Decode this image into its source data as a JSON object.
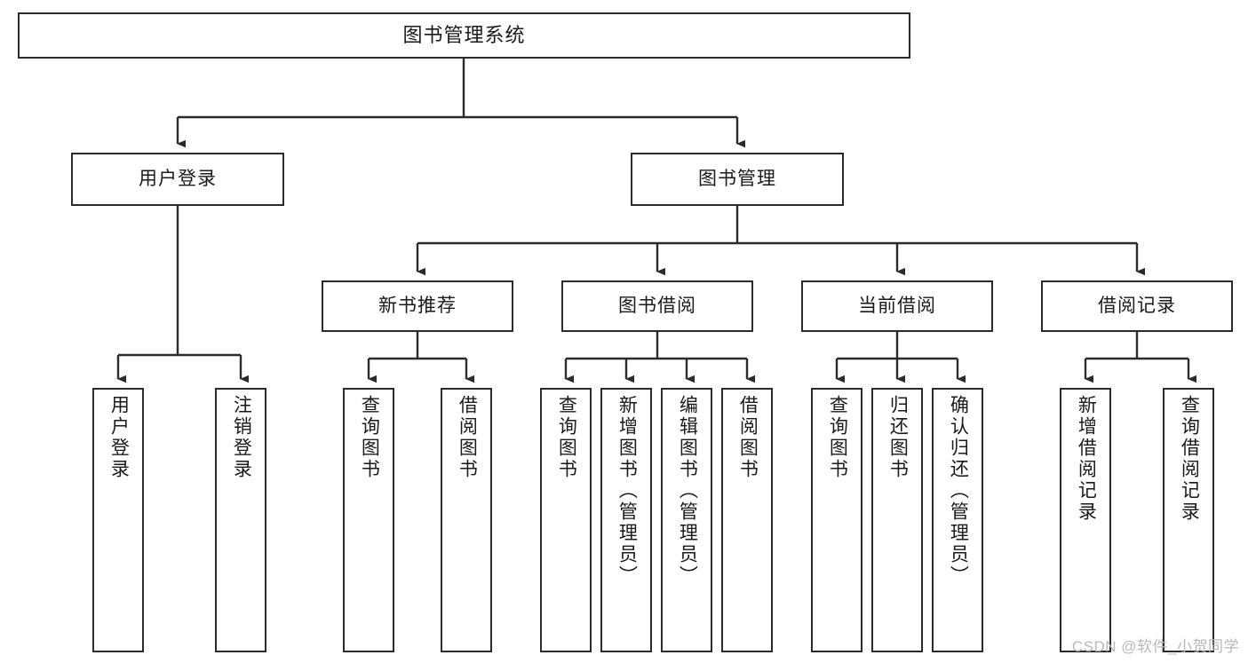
{
  "diagram": {
    "title": "图书管理系统",
    "type": "tree",
    "root": {
      "label": "图书管理系统"
    },
    "level2": [
      {
        "id": "user-login",
        "label": "用户登录"
      },
      {
        "id": "book-manage",
        "label": "图书管理"
      }
    ],
    "level3": [
      {
        "id": "new-book-recommend",
        "label": "新书推荐"
      },
      {
        "id": "book-borrow",
        "label": "图书借阅"
      },
      {
        "id": "current-borrow",
        "label": "当前借阅"
      },
      {
        "id": "borrow-record",
        "label": "借阅记录"
      }
    ],
    "leaves": {
      "user_login": [
        {
          "id": "leaf-user-login",
          "label": "用户登录"
        },
        {
          "id": "leaf-user-logout",
          "label": "注销登录"
        }
      ],
      "new_book_recommend": [
        {
          "id": "leaf-query-book-1",
          "label": "查询图书"
        },
        {
          "id": "leaf-borrow-book-1",
          "label": "借阅图书"
        }
      ],
      "book_borrow": [
        {
          "id": "leaf-query-book-2",
          "label": "查询图书"
        },
        {
          "id": "leaf-add-book",
          "label": "新增图书（管理员）"
        },
        {
          "id": "leaf-edit-book",
          "label": "编辑图书（管理员）"
        },
        {
          "id": "leaf-borrow-book-2",
          "label": "借阅图书"
        }
      ],
      "current_borrow": [
        {
          "id": "leaf-query-book-3",
          "label": "查询图书"
        },
        {
          "id": "leaf-return-book",
          "label": "归还图书"
        },
        {
          "id": "leaf-confirm-return",
          "label": "确认归还（管理员）"
        }
      ],
      "borrow_record": [
        {
          "id": "leaf-add-record",
          "label": "新增借阅记录"
        },
        {
          "id": "leaf-query-record",
          "label": "查询借阅记录"
        }
      ]
    }
  },
  "watermark": {
    "text": "CSDN @软件_小贺同学"
  },
  "colors": {
    "stroke": "#2b2b2b",
    "background": "#ffffff",
    "text": "#1a1a1a",
    "watermark": "#b9b9b9"
  }
}
